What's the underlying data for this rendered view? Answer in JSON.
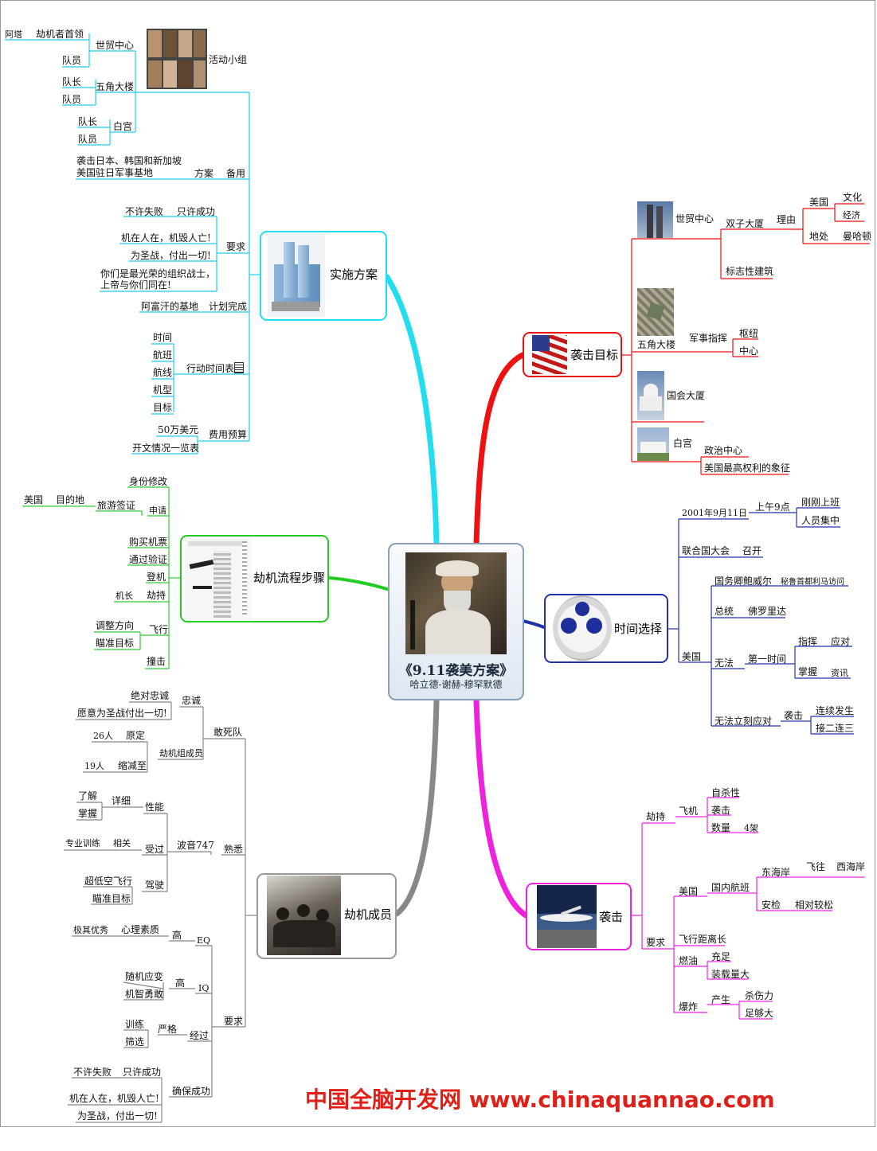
{
  "center": {
    "title": "《9.11袭美方案》",
    "subtitle": "哈立德-谢赫-穆罕默德"
  },
  "watermark": "中国全脑开发网 www.chinaquannao.com",
  "colors": {
    "plan": "#22ddee",
    "targets": "#ee1111",
    "timing": "#2233aa",
    "steps": "#22cc22",
    "attack": "#ee22dd",
    "members": "#888888",
    "plan_leaf": "#22ccee",
    "steps_leaf": "#33cc33"
  },
  "plan": {
    "label": "实施方案",
    "group": {
      "label": "活动小组",
      "wtc": {
        "label": "世贸中心",
        "leader": "阿塔",
        "leader_role": "劫机者首领",
        "member": "队员"
      },
      "pentagon": {
        "label": "五角大楼",
        "leader": "队长",
        "member": "队员"
      },
      "whitehouse": {
        "label": "白宫",
        "leader": "队长",
        "member": "队员"
      }
    },
    "backup": {
      "label": "备用",
      "sub": "方案",
      "line1": "袭击日本、韩国和新加坡",
      "line2": "美国驻日军事基地"
    },
    "req": {
      "label": "要求",
      "only_success": "只许成功",
      "no_fail": "不许失败",
      "line1": "机在人在，机毁人亡!",
      "line2": "为圣战，付出一切!",
      "line3": "你们是最光荣的组织战士，",
      "line4": "上帝与你们同在!"
    },
    "complete": {
      "label": "计划完成",
      "place": "阿富汗的基地"
    },
    "schedule": {
      "label": "行动时间表",
      "items": [
        "时间",
        "航班",
        "航线",
        "机型",
        "目标"
      ]
    },
    "budget": {
      "label": "费用预算",
      "amount": "50万美元",
      "list": "开文情况一览表"
    }
  },
  "steps": {
    "label": "劫机流程步骤",
    "id": "身份修改",
    "apply": {
      "label": "申请",
      "visa": "旅游签证",
      "dest": "目的地",
      "country": "美国"
    },
    "buy": "购买机票",
    "check": "通过验证",
    "board": "登机",
    "hijack": {
      "label": "劫持",
      "captain": "机长"
    },
    "fly": {
      "label": "飞行",
      "adjust": "调整方向",
      "aim": "瞄准目标"
    },
    "crash": "撞击"
  },
  "members": {
    "label": "劫机成员",
    "squad": {
      "label": "敢死队",
      "loyal": {
        "label": "忠诚",
        "a": "绝对忠诚",
        "b": "愿意为圣战付出一切!"
      },
      "team": {
        "label": "劫机组成员",
        "n1": "26人",
        "orig": "原定",
        "n2": "19人",
        "cut": "缩减至"
      }
    },
    "familiar": {
      "label": "熟悉",
      "boeing": "波音747",
      "perf": {
        "label": "性能",
        "detail": "详细",
        "know": "了解",
        "grasp": "掌握"
      },
      "trained": {
        "label": "受过",
        "rel": "相关",
        "pro": "专业训练"
      },
      "drive": {
        "label": "驾驶",
        "low": "超低空飞行",
        "aim": "瞄准目标"
      }
    },
    "req": {
      "label": "要求",
      "eq": {
        "label": "EQ",
        "high": "高",
        "q": "心理素质",
        "ex": "极其优秀"
      },
      "iq": {
        "label": "IQ",
        "high": "高",
        "a": "随机应变",
        "b": "机智勇敢"
      },
      "exp": {
        "label": "经过",
        "strict": "严格",
        "a": "训练",
        "b": "筛选"
      },
      "ensure": {
        "label": "确保成功",
        "only": "只许成功",
        "nofail": "不许失败",
        "a": "机在人在，机毁人亡!",
        "b": "为圣战，付出一切!"
      }
    }
  },
  "targets": {
    "label": "袭击目标",
    "wtc": {
      "label": "世贸中心",
      "twin": "双子大厦",
      "reason": "理由",
      "usa": "美国",
      "culture": "文化",
      "economy": "经济",
      "location": "地处",
      "manhattan": "曼哈顿",
      "landmark": "标志性建筑"
    },
    "pentagon": {
      "label": "五角大楼",
      "cmd": "军事指挥",
      "hub": "枢纽",
      "center": "中心"
    },
    "capitol": {
      "label": "国会大厦"
    },
    "whitehouse": {
      "label": "白宫",
      "pol": "政治中心",
      "sym": "美国最高权利的象征"
    }
  },
  "timing": {
    "label": "时间选择",
    "date": {
      "label": "2001年9月11日",
      "am": "上午9点",
      "work": "刚刚上班",
      "crowd": "人员集中"
    },
    "un": {
      "label": "联合国大会",
      "open": "召开"
    },
    "usa": {
      "label": "美国",
      "powell": {
        "label": "国务卿鲍威尔",
        "visit": "秘鲁首都利马访问"
      },
      "pres": {
        "label": "总统",
        "where": "佛罗里达"
      },
      "unable": {
        "label": "无法",
        "first": "第一时间",
        "cmd": "指挥",
        "respond": "应对",
        "grasp": "掌握",
        "info": "资讯"
      },
      "noresp": {
        "label": "无法立刻应对",
        "attack": "袭击",
        "a": "连续发生",
        "b": "接二连三"
      }
    }
  },
  "attack": {
    "label": "袭击",
    "hijack": {
      "label": "劫持",
      "plane": "飞机",
      "suicide": "自杀性",
      "strike": "袭击",
      "qty": "数量",
      "count": "4架"
    },
    "req": {
      "label": "要求",
      "usa": {
        "label": "美国",
        "domestic": "国内航班",
        "east": "东海岸",
        "fly": "飞往",
        "west": "西海岸",
        "security": "安检",
        "lax": "相对较松"
      },
      "dist": "飞行距离长",
      "fuel": {
        "label": "燃油",
        "full": "充足",
        "load": "装载量大"
      },
      "blast": {
        "label": "爆炸",
        "make": "产生",
        "kill": "杀伤力",
        "enough": "足够大"
      }
    }
  }
}
